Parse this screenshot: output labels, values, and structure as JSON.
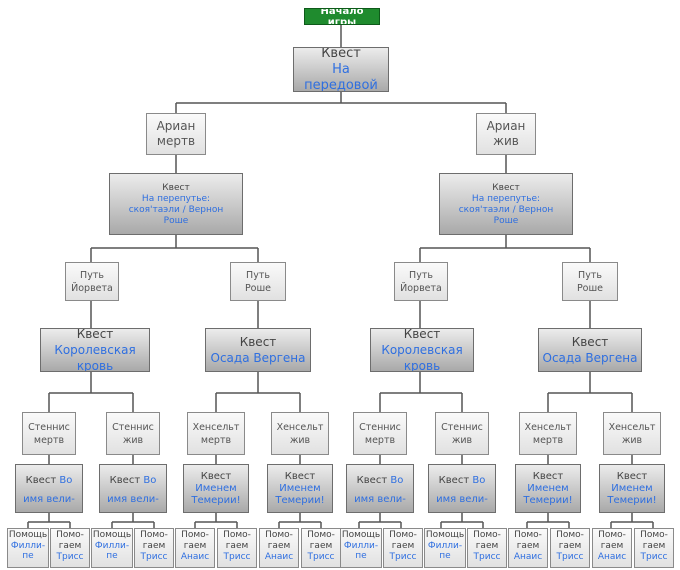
{
  "start": {
    "label": "Начало игры"
  },
  "quest_root": {
    "label": "Квест",
    "sub": "На передовой"
  },
  "arian": [
    {
      "label": "Ариан\nмертв"
    },
    {
      "label": "Ариан\nжив"
    }
  ],
  "crossroads": [
    {
      "label": "Квест",
      "sub": "На перепутье:\nскоя'таэли / Вернон\nРоше"
    },
    {
      "label": "Квест",
      "sub": "На перепутье:\nскоя'таэли / Вернон\nРоше"
    }
  ],
  "paths": [
    {
      "label": "Путь\nЙорвета"
    },
    {
      "label": "Путь\nРоше"
    },
    {
      "label": "Путь\nЙорвета"
    },
    {
      "label": "Путь\nРоше"
    }
  ],
  "quests_l3": [
    {
      "label": "Квест",
      "sub": "Королевская\nкровь"
    },
    {
      "label": "Квест",
      "sub": "Осада Вергена"
    },
    {
      "label": "Квест",
      "sub": "Королевская\nкровь"
    },
    {
      "label": "Квест",
      "sub": "Осада Вергена"
    }
  ],
  "states": [
    {
      "label": "Стеннис\nмертв"
    },
    {
      "label": "Стеннис\nжив"
    },
    {
      "label": "Хенсельт\nмертв"
    },
    {
      "label": "Хенсельт\nжив"
    },
    {
      "label": "Стеннис\nмертв"
    },
    {
      "label": "Стеннис\nжив"
    },
    {
      "label": "Хенсельт\nмертв"
    },
    {
      "label": "Хенсельт\nжив"
    }
  ],
  "quests_l4": [
    {
      "label": "Квест ",
      "sub": "Во\nимя вели-\nкой цели!"
    },
    {
      "label": "Квест ",
      "sub": "Во\nимя вели-\nкой цели!"
    },
    {
      "label": "Квест",
      "sub": "Именем\nТемерии!"
    },
    {
      "label": "Квест",
      "sub": "Именем\nТемерии!"
    },
    {
      "label": "Квест ",
      "sub": "Во\nимя вели-\nкой цели!"
    },
    {
      "label": "Квест ",
      "sub": "Во\nимя вели-\nкой цели!"
    },
    {
      "label": "Квест",
      "sub": "Именем\nТемерии!"
    },
    {
      "label": "Квест",
      "sub": "Именем\nТемерии!"
    }
  ],
  "help": [
    {
      "label": "Помощь",
      "sub": "Филли-\nпе"
    },
    {
      "label": "Помо-\nгаем",
      "sub": "Трисс"
    },
    {
      "label": "Помощь",
      "sub": "Филли-\nпе"
    },
    {
      "label": "Помо-\nгаем",
      "sub": "Трисс"
    },
    {
      "label": "Помо-\nгаем",
      "sub": "Анаис"
    },
    {
      "label": "Помо-\nгаем",
      "sub": "Трисс"
    },
    {
      "label": "Помо-\nгаем",
      "sub": "Анаис"
    },
    {
      "label": "Помо-\nгаем",
      "sub": "Трисс"
    },
    {
      "label": "Помощь",
      "sub": "Филли-\nпе"
    },
    {
      "label": "Помо-\nгаем",
      "sub": "Трисс"
    },
    {
      "label": "Помощь",
      "sub": "Филли-\nпе"
    },
    {
      "label": "Помо-\nгаем",
      "sub": "Трисс"
    },
    {
      "label": "Помо-\nгаем",
      "sub": "Анаис"
    },
    {
      "label": "Помо-\nгаем",
      "sub": "Трисс"
    },
    {
      "label": "Помо-\nгаем",
      "sub": "Анаис"
    },
    {
      "label": "Помо-\nгаем",
      "sub": "Трисс"
    }
  ],
  "colors": {
    "start": "#1f8b2e",
    "accent_text": "#2f6fe0",
    "line": "#555555"
  }
}
